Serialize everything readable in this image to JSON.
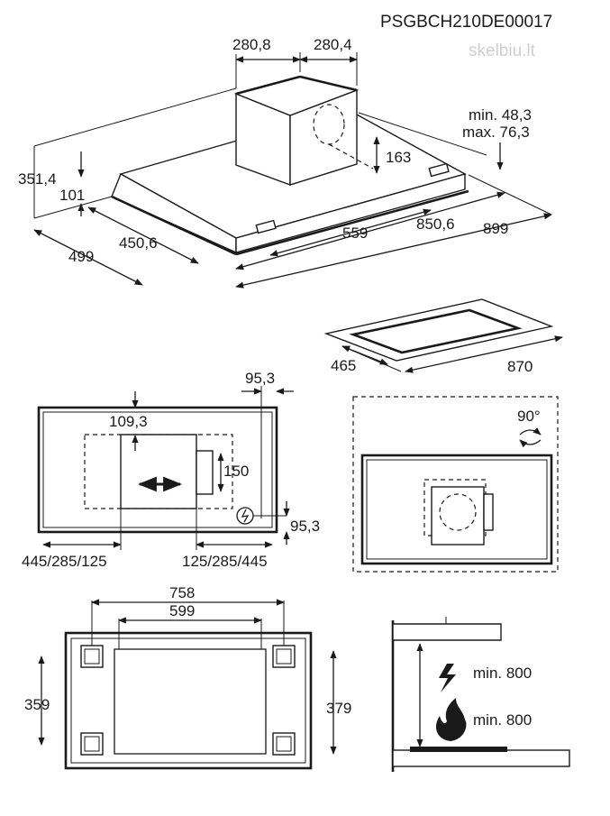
{
  "header": {
    "code": "PSGBCH210DE00017",
    "watermark": "skelbiu.lt"
  },
  "hood": {
    "dims": {
      "chimney_width": "280,8",
      "chimney_depth": "280,4",
      "min_height": "min. 48,3",
      "max_height": "max. 76,3",
      "outlet_height": "163",
      "total_height": "351,4",
      "body_height": "101",
      "depth_outer": "499",
      "depth_inner": "450,6",
      "width_inner": "559",
      "width_mid": "850,6",
      "width_outer": "899"
    }
  },
  "cutout": {
    "depth": "465",
    "width": "870"
  },
  "topview": {
    "dims": {
      "offset_right": "95,3",
      "offset_top": "109,3",
      "outlet": "150",
      "offset_right2": "95,3",
      "left_positions": "445/285/125",
      "right_positions": "125/285/445"
    }
  },
  "rotation": {
    "angle": "90°"
  },
  "mounting": {
    "dims": {
      "outer_width": "758",
      "inner_width": "599",
      "left_height": "359",
      "right_height": "379"
    }
  },
  "clearance": {
    "electric": "min. 800",
    "gas": "min. 800"
  },
  "colors": {
    "line": "#1a1a1a",
    "background": "#ffffff",
    "watermark": "#cfcfcf"
  }
}
